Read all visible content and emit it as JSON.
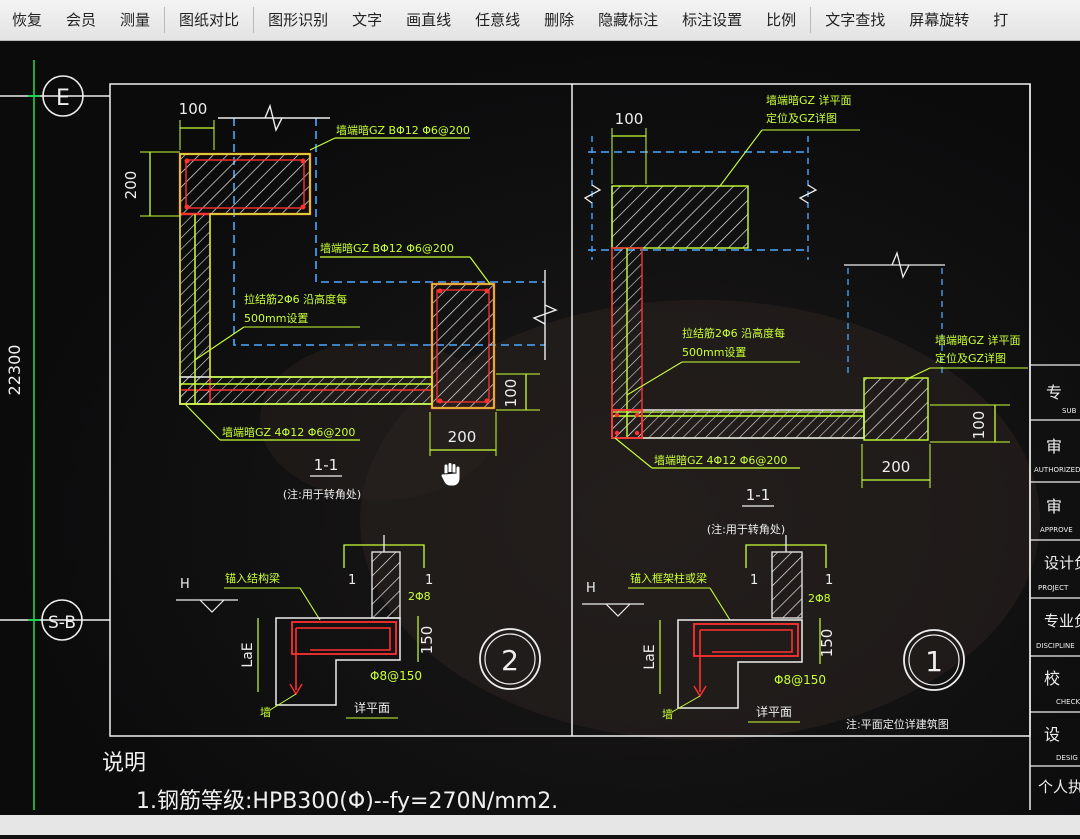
{
  "toolbar": {
    "items": [
      "恢复",
      "会员",
      "测量",
      "图纸对比",
      "图形识别",
      "文字",
      "画直线",
      "任意线",
      "删除",
      "隐藏标注",
      "标注设置",
      "比例",
      "文字查找",
      "屏幕旋转",
      "打"
    ]
  },
  "drawing": {
    "axis_e": "E",
    "axis_sb": "S-B",
    "dim_vertical": "22300",
    "left": {
      "dim_top_100": "100",
      "dim_200_v": "200",
      "note_gz_b": "墙端暗GZ BΦ12 Φ6@200",
      "note_gz_b2": "墙端暗GZ BΦ12 Φ6@200",
      "note_tie_1": "拉结筋2Φ6 沿高度每",
      "note_tie_2": "500mm设置",
      "dim_100_v": "100",
      "note_gz_4": "墙端暗GZ 4Φ12 Φ6@200",
      "dim_200_h": "200",
      "section": "1-1",
      "section_note": "(注:用于转角处)"
    },
    "right": {
      "dim_top_100": "100",
      "note_gz_1": "墙端暗GZ 详平面",
      "note_gz_2": "定位及GZ详图",
      "note_tie_1": "拉结筋2Φ6 沿高度每",
      "note_tie_2": "500mm设置",
      "note_gz_3": "墙端暗GZ 详平面",
      "note_gz_4": "定位及GZ详图",
      "dim_100_v": "100",
      "note_gz_bottom": "墙端暗GZ 4Φ12 Φ6@200",
      "dim_200_h": "200",
      "section": "1-1",
      "section_note": "(注:用于转角处)"
    },
    "detail2": {
      "h": "H",
      "note": "锚入结构梁",
      "mark1": "1",
      "mark2": "1",
      "rebar": "2Φ8",
      "dim": "150",
      "lae": "LaE",
      "stirrup": "Φ8@150",
      "plan": "详平面",
      "beam": "墙",
      "circle": "2"
    },
    "detail1": {
      "h": "H",
      "note": "锚入框架柱或梁",
      "mark1": "1",
      "mark2": "1",
      "rebar": "2Φ8",
      "dim": "150",
      "lae": "LaE",
      "stirrup": "Φ8@150",
      "plan": "详平面",
      "beam": "墙",
      "circle": "1",
      "footnote": "注:平面定位详建筑图"
    },
    "notes_title": "说明",
    "note_1": "1.钢筋等级:HPB300(Φ)--fy=270N/mm2.",
    "title_block": [
      "专",
      "审",
      "设计负",
      "专业负",
      "校",
      "设",
      "个人执"
    ],
    "title_block_en": [
      "SUB",
      "AUTHORIZED",
      "APPROVE",
      "PROJECT",
      "DISCIPLINE",
      "CHECK",
      "DESIG"
    ],
    "cursor": "hand-cursor-icon"
  }
}
